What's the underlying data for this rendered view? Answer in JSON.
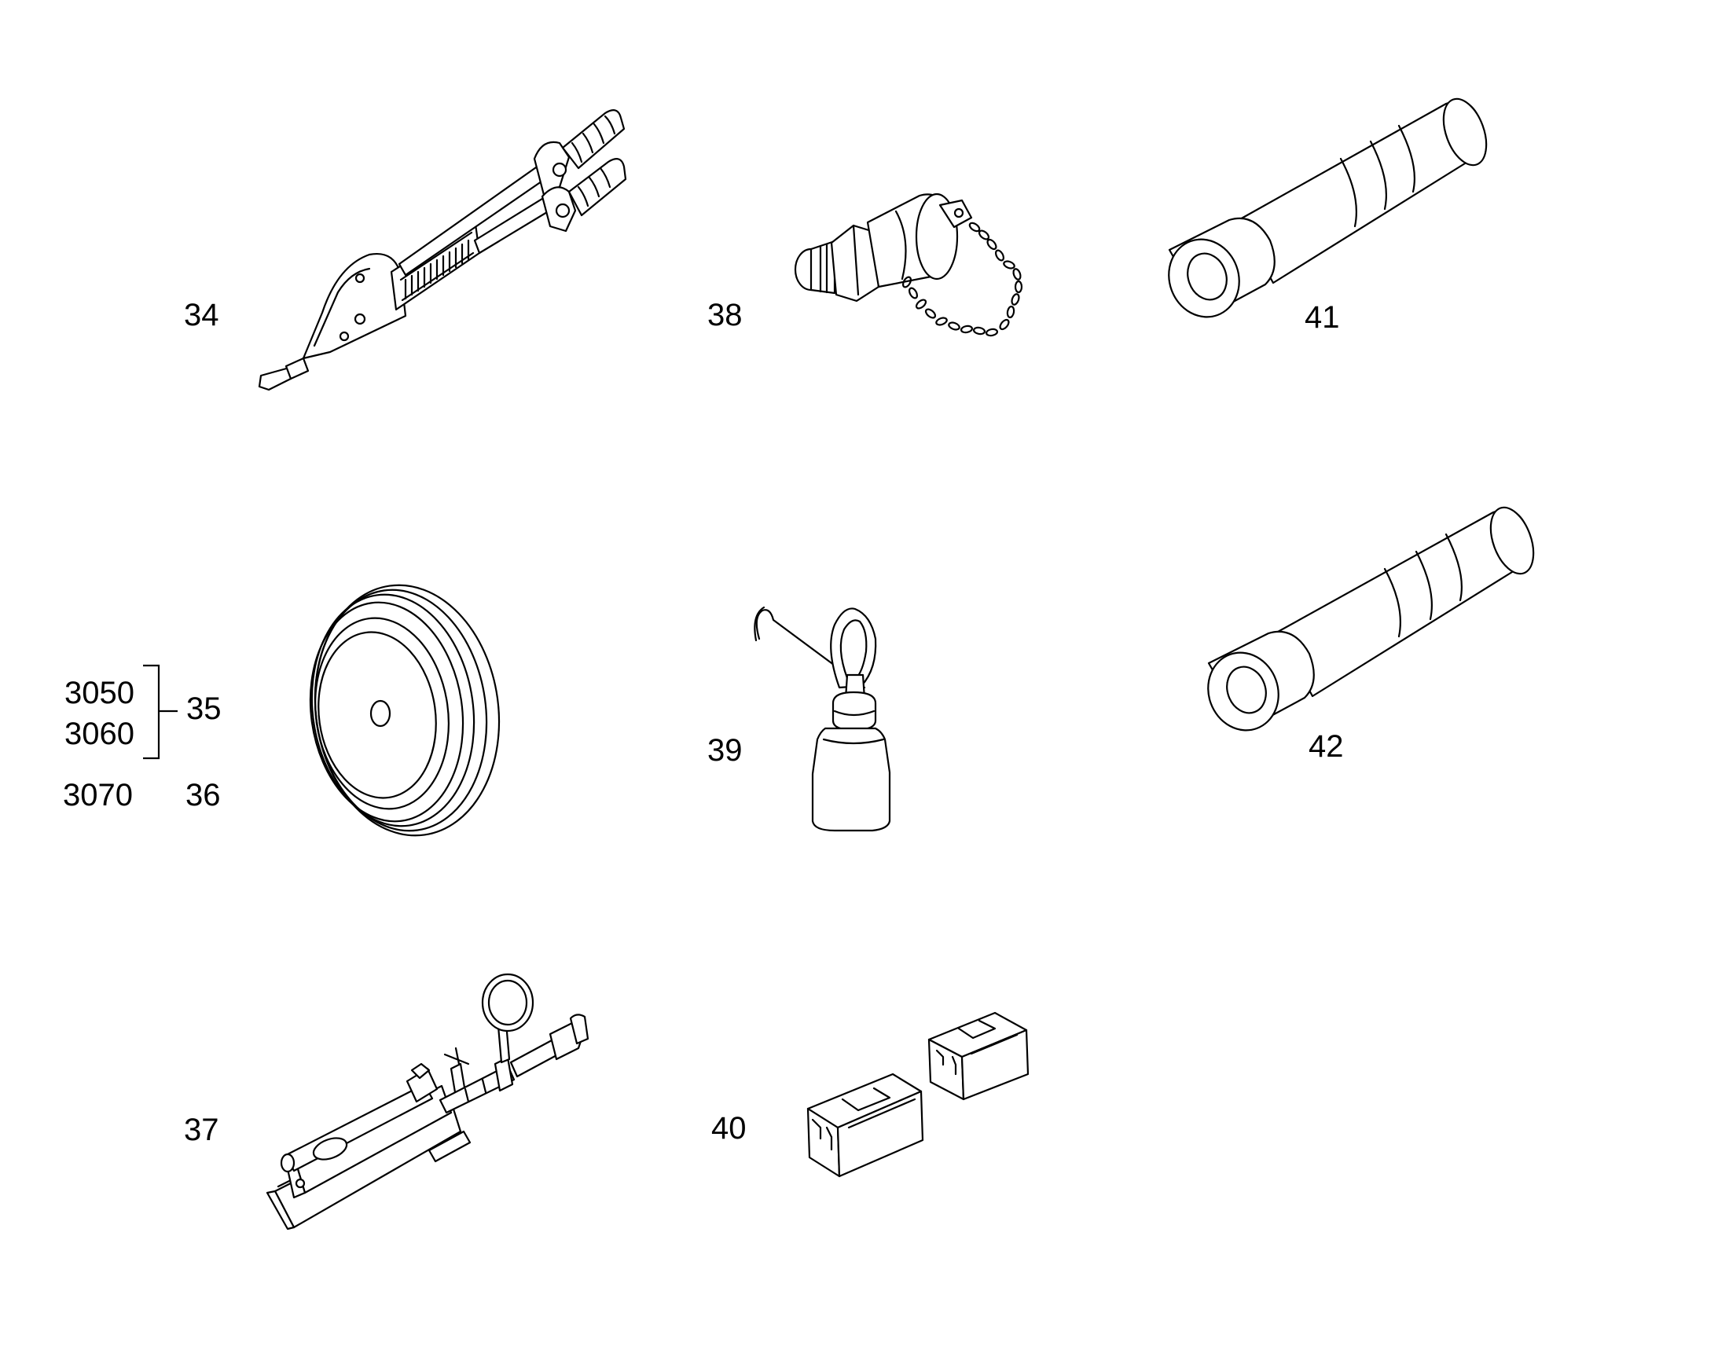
{
  "items": [
    {
      "number": "34",
      "drawing": "hand-riveter-icon"
    },
    {
      "number": "35",
      "codes": [
        "3050",
        "3060"
      ],
      "drawing": "disc-wheel-icon"
    },
    {
      "number": "36",
      "codes": [
        "3070"
      ]
    },
    {
      "number": "37",
      "drawing": "hydraulic-hand-pump-icon"
    },
    {
      "number": "38",
      "drawing": "cap-with-chain-icon"
    },
    {
      "number": "39",
      "drawing": "oil-can-bottle-icon"
    },
    {
      "number": "40",
      "drawing": "v-block-pair-icon"
    },
    {
      "number": "41",
      "drawing": "cylindrical-drift-icon"
    },
    {
      "number": "42",
      "drawing": "cylindrical-drift-icon"
    }
  ]
}
